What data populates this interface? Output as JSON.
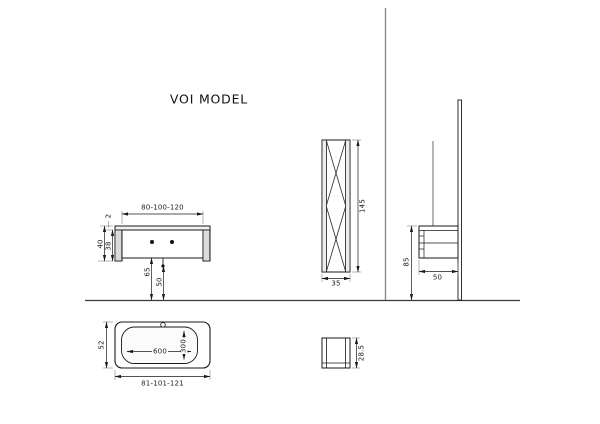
{
  "title": "VOI MODEL",
  "line_color": "#1a1a1a",
  "front_view": {
    "width_options": "80-100-120",
    "top_thickness": "2",
    "total_height": "40",
    "body_height": "38",
    "outlet_height_a": "65",
    "outlet_height_b": "50"
  },
  "column_view": {
    "height": "145",
    "depth": "35"
  },
  "side_view": {
    "height_from_floor": "85",
    "depth": "50"
  },
  "basin_view": {
    "depth": "52",
    "bowl_width": "600",
    "bowl_depth": "300",
    "width_options": "81-101-121"
  },
  "column_top_view": {
    "depth": "28.5"
  }
}
